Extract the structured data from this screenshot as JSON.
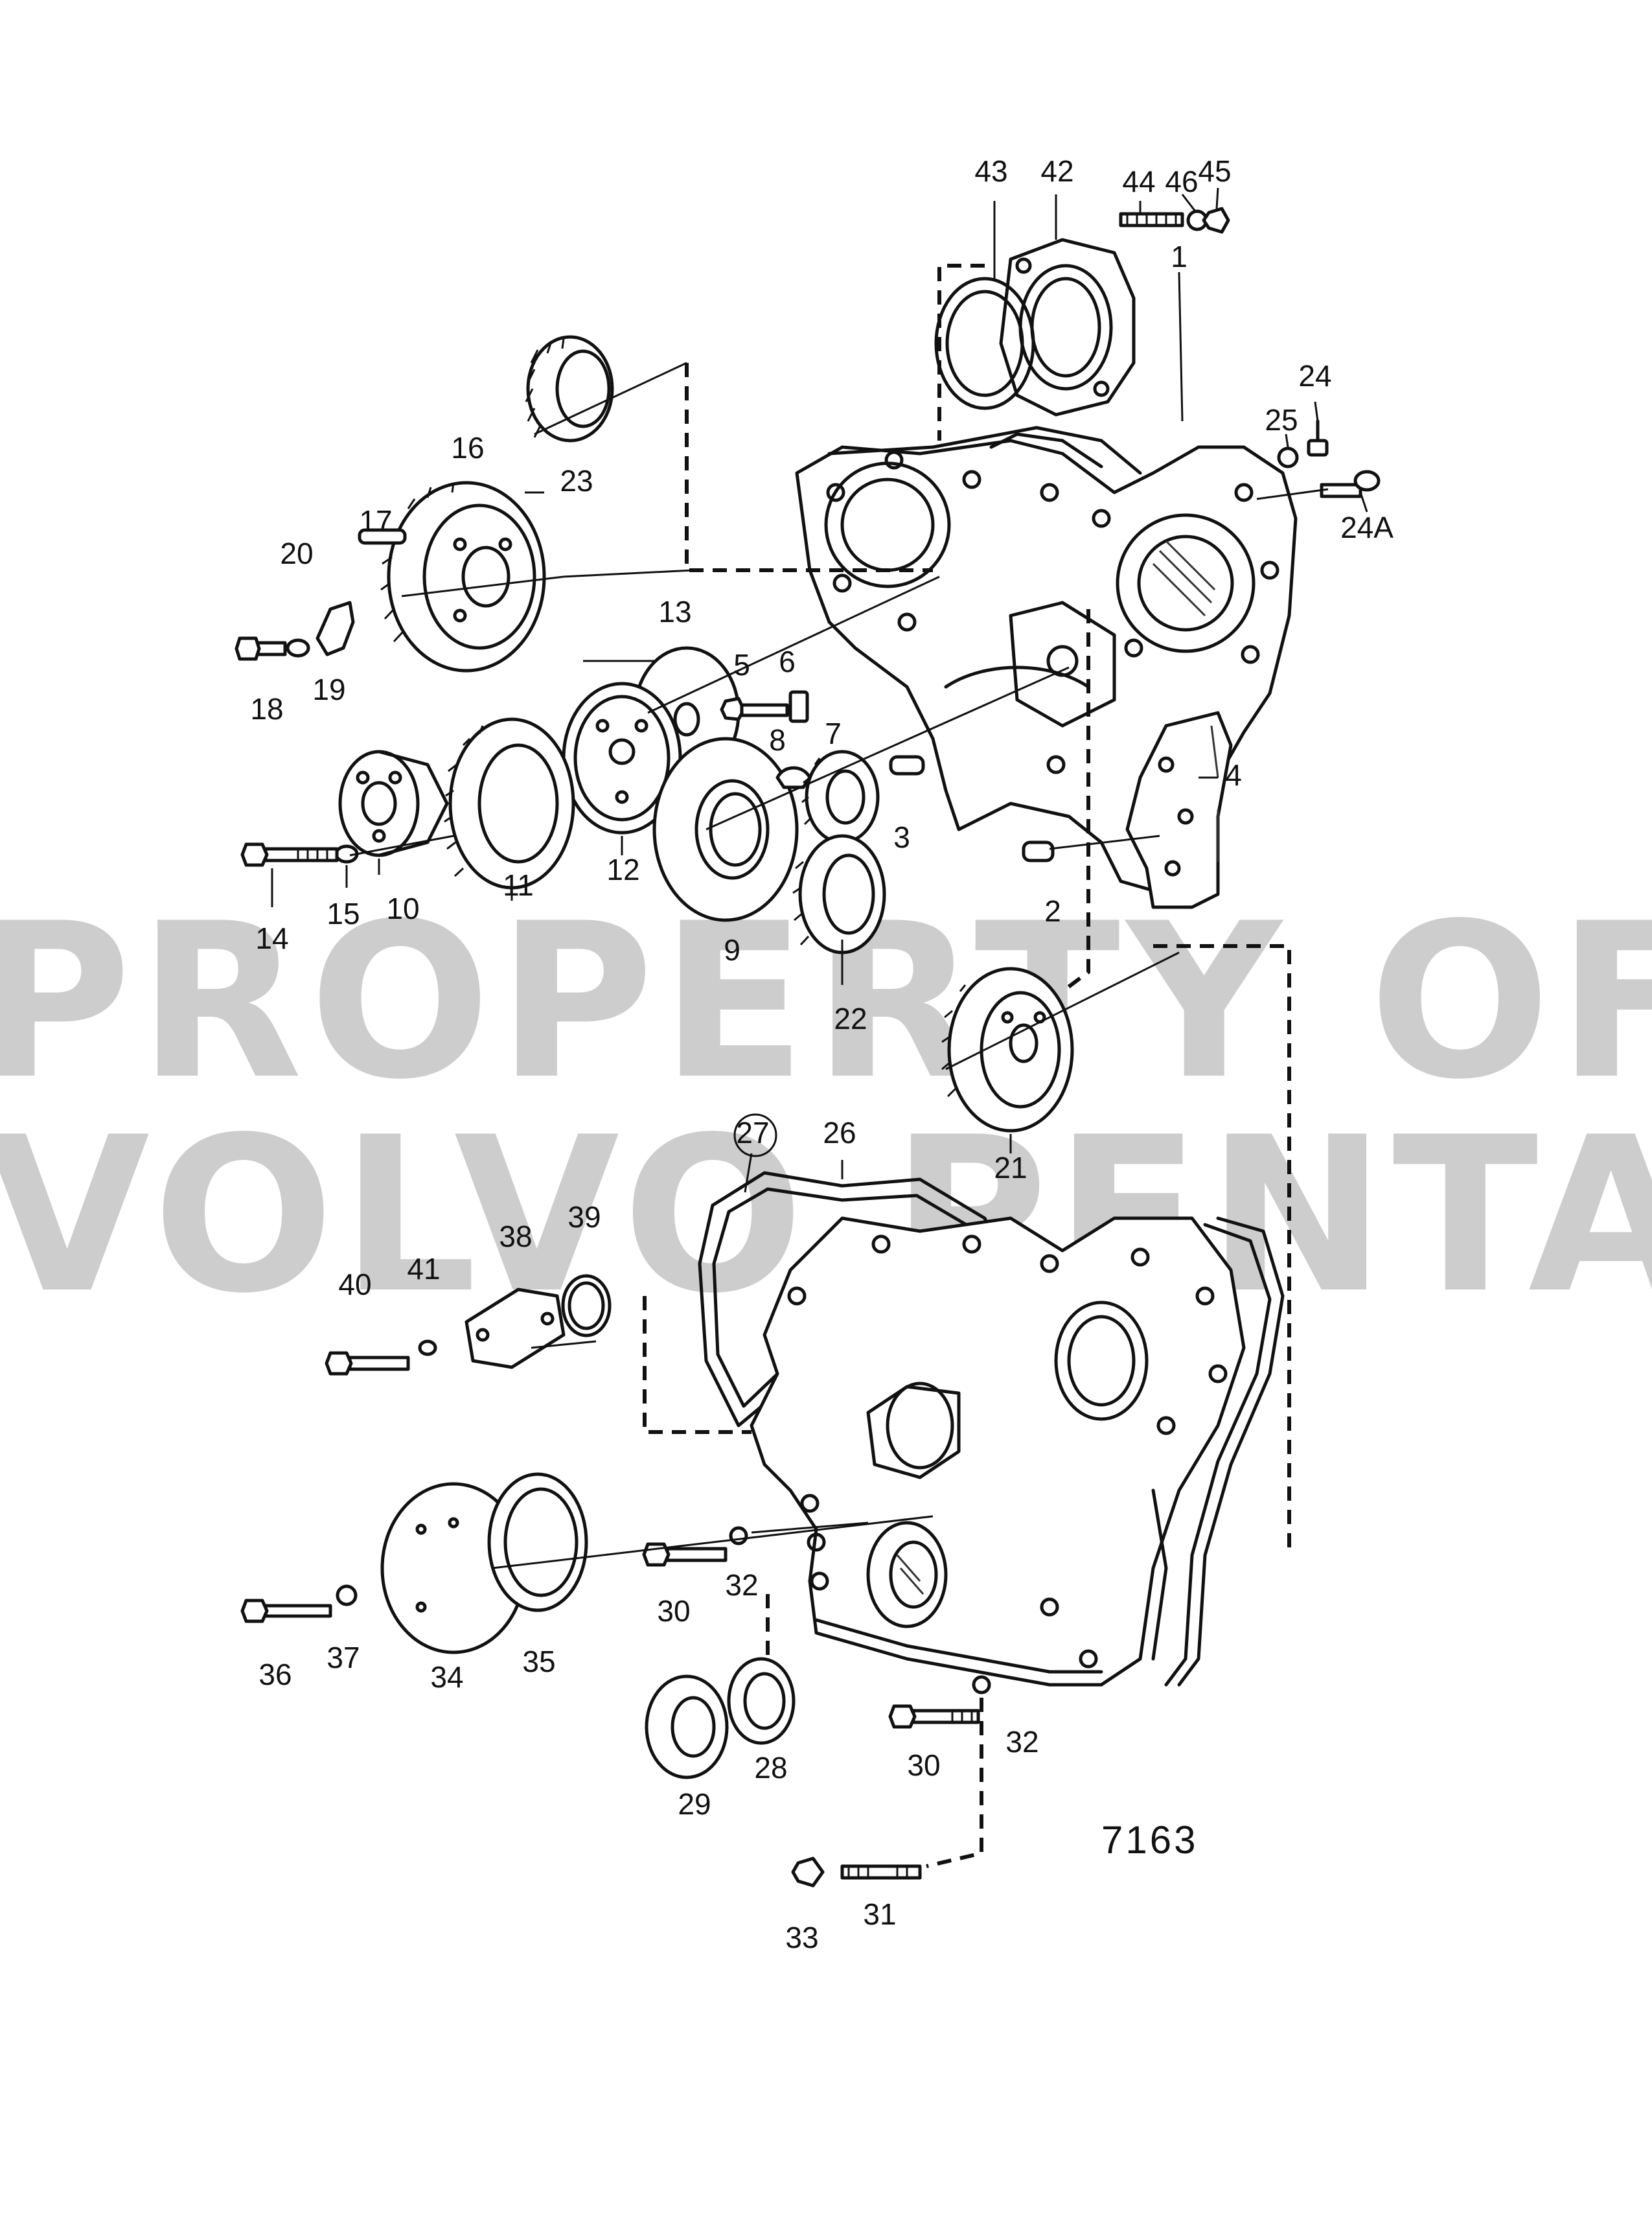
{
  "drawing_number": "7163",
  "watermark": {
    "line1": "PROPERTY OF",
    "line2": "VOLVO PENTA"
  },
  "parts": [
    {
      "id": "p1",
      "label": "1"
    },
    {
      "id": "p2",
      "label": "2"
    },
    {
      "id": "p3",
      "label": "3"
    },
    {
      "id": "p4",
      "label": "4"
    },
    {
      "id": "p5",
      "label": "5"
    },
    {
      "id": "p6",
      "label": "6"
    },
    {
      "id": "p7",
      "label": "7"
    },
    {
      "id": "p8",
      "label": "8"
    },
    {
      "id": "p9",
      "label": "9"
    },
    {
      "id": "p10",
      "label": "10"
    },
    {
      "id": "p11",
      "label": "11"
    },
    {
      "id": "p12",
      "label": "12"
    },
    {
      "id": "p13",
      "label": "13"
    },
    {
      "id": "p14",
      "label": "14"
    },
    {
      "id": "p15",
      "label": "15"
    },
    {
      "id": "p16",
      "label": "16"
    },
    {
      "id": "p17",
      "label": "17"
    },
    {
      "id": "p18",
      "label": "18"
    },
    {
      "id": "p19",
      "label": "19"
    },
    {
      "id": "p20",
      "label": "20"
    },
    {
      "id": "p21",
      "label": "21"
    },
    {
      "id": "p22",
      "label": "22"
    },
    {
      "id": "p23",
      "label": "23"
    },
    {
      "id": "p24",
      "label": "24"
    },
    {
      "id": "p24A",
      "label": "24A"
    },
    {
      "id": "p25",
      "label": "25"
    },
    {
      "id": "p26",
      "label": "26"
    },
    {
      "id": "p27",
      "label": "27"
    },
    {
      "id": "p28",
      "label": "28"
    },
    {
      "id": "p29",
      "label": "29"
    },
    {
      "id": "p30a",
      "label": "30"
    },
    {
      "id": "p30b",
      "label": "30"
    },
    {
      "id": "p31",
      "label": "31"
    },
    {
      "id": "p32a",
      "label": "32"
    },
    {
      "id": "p32b",
      "label": "32"
    },
    {
      "id": "p33",
      "label": "33"
    },
    {
      "id": "p34",
      "label": "34"
    },
    {
      "id": "p35",
      "label": "35"
    },
    {
      "id": "p36",
      "label": "36"
    },
    {
      "id": "p37",
      "label": "37"
    },
    {
      "id": "p38",
      "label": "38"
    },
    {
      "id": "p39",
      "label": "39"
    },
    {
      "id": "p40",
      "label": "40"
    },
    {
      "id": "p41",
      "label": "41"
    },
    {
      "id": "p42",
      "label": "42"
    },
    {
      "id": "p43",
      "label": "43"
    },
    {
      "id": "p44",
      "label": "44"
    },
    {
      "id": "p45",
      "label": "45"
    },
    {
      "id": "p46",
      "label": "46"
    }
  ]
}
